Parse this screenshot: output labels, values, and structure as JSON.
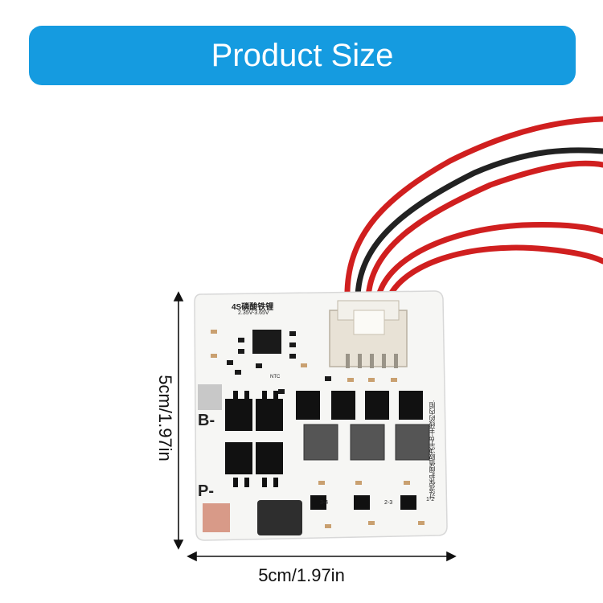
{
  "banner": {
    "title": "Product Size",
    "color": "#159be0"
  },
  "dimensions": {
    "width_label": "5cm/1.97in",
    "height_label": "5cm/1.97in"
  },
  "board": {
    "title": "4S磷酸铁锂",
    "voltage": "2.35V-3.65V",
    "ntc": "NTC",
    "pad_b": "B-",
    "pad_p": "P-",
    "side_text": "过流保护阈值取决于B-主线的内阻.",
    "cell_labels": [
      "3-4",
      "2-3",
      "1-2"
    ]
  }
}
